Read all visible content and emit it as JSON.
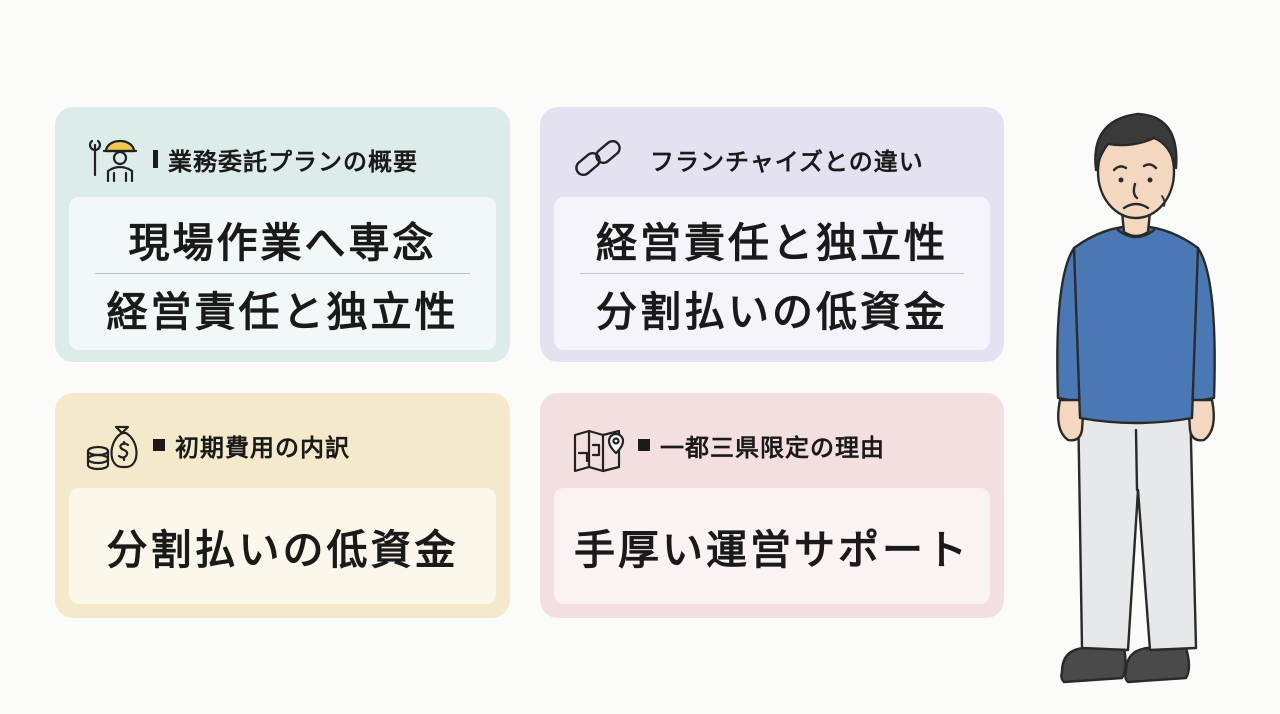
{
  "cards": [
    {
      "title": "業務委託プランの概要",
      "icon": "worker-with-wrench-icon",
      "lines": [
        "現場作業へ専念",
        "経営責任と独立性"
      ]
    },
    {
      "title": "フランチャイズとの違い",
      "icon": "chain-link-icon",
      "lines": [
        "経営責任と独立性",
        "分割払いの低資金"
      ]
    },
    {
      "title": "初期費用の内訳",
      "icon": "money-bag-coins-icon",
      "lines": [
        "分割払いの低資金"
      ]
    },
    {
      "title": "一都三県限定の理由",
      "icon": "map-pin-icon",
      "lines": [
        "手厚い運営サポート"
      ]
    }
  ],
  "colors": {
    "card_teal": "#dcecea",
    "card_lavender": "#e4e2f1",
    "card_yellow": "#f4eacb",
    "card_pink": "#f3dfe0",
    "shirt_blue": "#4a78b5",
    "pants_gray": "#e6e8ea"
  },
  "illustration": "worried-man-illustration"
}
